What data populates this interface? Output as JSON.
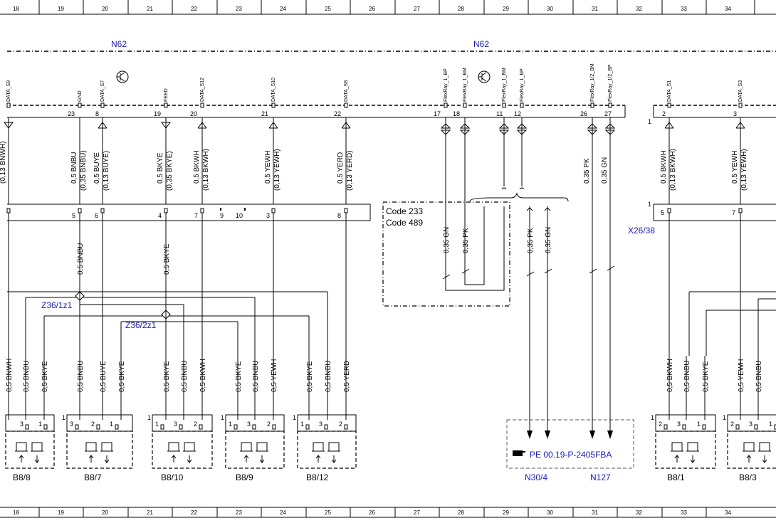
{
  "ruler": {
    "numbers": [
      "18",
      "19",
      "20",
      "21",
      "22",
      "23",
      "24",
      "25",
      "26",
      "27",
      "28",
      "29",
      "30",
      "31",
      "32",
      "33",
      "34"
    ]
  },
  "title_left": "N62",
  "title_right": "N62",
  "pins_top": [
    {
      "label": "DATA_S9",
      "num": ""
    },
    {
      "label": "GND",
      "num": "23"
    },
    {
      "label": "DATA_S7",
      "num": "8"
    },
    {
      "label": "FEED",
      "num": "19"
    },
    {
      "label": "DATA_S12",
      "num": "20"
    },
    {
      "label": "DATA_S10",
      "num": "21"
    },
    {
      "label": "DATA_S8",
      "num": "22"
    },
    {
      "label": "FlexRay_1_BP",
      "num": "17"
    },
    {
      "label": "FlexRay_1_BM",
      "num": "18"
    },
    {
      "label": "FlexRay_1_BM",
      "num": "11"
    },
    {
      "label": "FlexRay_1_BP",
      "num": "12"
    },
    {
      "label": "FlexRay_1/2_BM",
      "num": "26"
    },
    {
      "label": "FlexRay_1/2_BP",
      "num": "27"
    },
    {
      "label": "DATA_S1",
      "num": "2"
    },
    {
      "label": "DATA_S3",
      "num": "3"
    }
  ],
  "pin1_right": "1",
  "wires_upper": [
    {
      "a": "(0,13 BNWH)",
      "b": ""
    },
    {
      "a": "0,5 BNBU",
      "b": "(0,35 BNBU)"
    },
    {
      "a": "0,5 BUYE",
      "b": "(0,13 BUYE)"
    },
    {
      "a": "0,5 BKYE",
      "b": "(0,35 BKYE)"
    },
    {
      "a": "0,5 BKWH",
      "b": "(0,13 BKWH)"
    },
    {
      "a": "0,5 YEWH",
      "b": "(0,13 YEWH)"
    },
    {
      "a": "0,5 YERD",
      "b": "(0,13 YERD)"
    },
    {
      "a": "0,35 PK",
      "b": ""
    },
    {
      "a": "0,35 GN",
      "b": ""
    },
    {
      "a": "0,5 BKWH",
      "b": "(0,13 BKWH)"
    },
    {
      "a": "0,5 YEWH",
      "b": "(0,13 YEWH)"
    }
  ],
  "conn_mid_nums": [
    "5",
    "6",
    "4",
    "7",
    "9",
    "10",
    "3",
    "8"
  ],
  "conn_right_nums": [
    "1",
    "5",
    "7"
  ],
  "code_box": {
    "line1": "Code 233",
    "line2": "Code 489"
  },
  "code_wires": [
    "0,35 GN",
    "0,35 PK",
    "0,35 PK",
    "0,35 GN"
  ],
  "wires_mid": [
    "0,5 BNBU",
    "0,5 BKYE"
  ],
  "splices": {
    "z1": "Z36/1z1",
    "z2": "Z36/2z1",
    "x26": "X26/38"
  },
  "wires_lower": [
    "0,5 BNWH",
    "0,5 BNBU",
    "0,5 BKYE",
    "0,5 BNBU",
    "0,5 BUYE",
    "0,5 BKYE",
    "0,5 BKYE",
    "0,5 BNBU",
    "0,5 BKWH",
    "0,5 BKYE",
    "0,5 BNBU",
    "0,5 YEWH",
    "0,5 BKYE",
    "0,5 BNBU",
    "0,5 YERD",
    "0,5 BKWH",
    "0,5 BNBU",
    "0,5 BKYE",
    "0,5 YEWH",
    "0,5 BNBU"
  ],
  "sensors": [
    {
      "name": "B8/8",
      "pins": [
        "3",
        "1"
      ]
    },
    {
      "name": "B8/7",
      "pins": [
        "3",
        "2",
        "1"
      ],
      "lead": "1"
    },
    {
      "name": "B8/10",
      "pins": [
        "1",
        "3",
        "2"
      ],
      "lead": "1"
    },
    {
      "name": "B8/9",
      "pins": [
        "1",
        "3",
        "2"
      ],
      "lead": "1"
    },
    {
      "name": "B8/12",
      "pins": [
        "1",
        "3",
        "2"
      ],
      "lead": "1"
    },
    {
      "name": "B8/1",
      "pins": [
        "2",
        "3",
        "1"
      ],
      "lead": "1"
    },
    {
      "name": "B8/3",
      "pins": [
        "2",
        "3",
        "1"
      ],
      "lead": "1"
    }
  ],
  "reference": {
    "icon": "hand-pointer-icon",
    "text": "PE 00.19-P-2405FBA"
  },
  "modules": [
    "N30/4",
    "N127"
  ],
  "colors": {
    "line": "#000000",
    "label_blue": "#1a1ad2",
    "dashed_box": "#777777"
  }
}
